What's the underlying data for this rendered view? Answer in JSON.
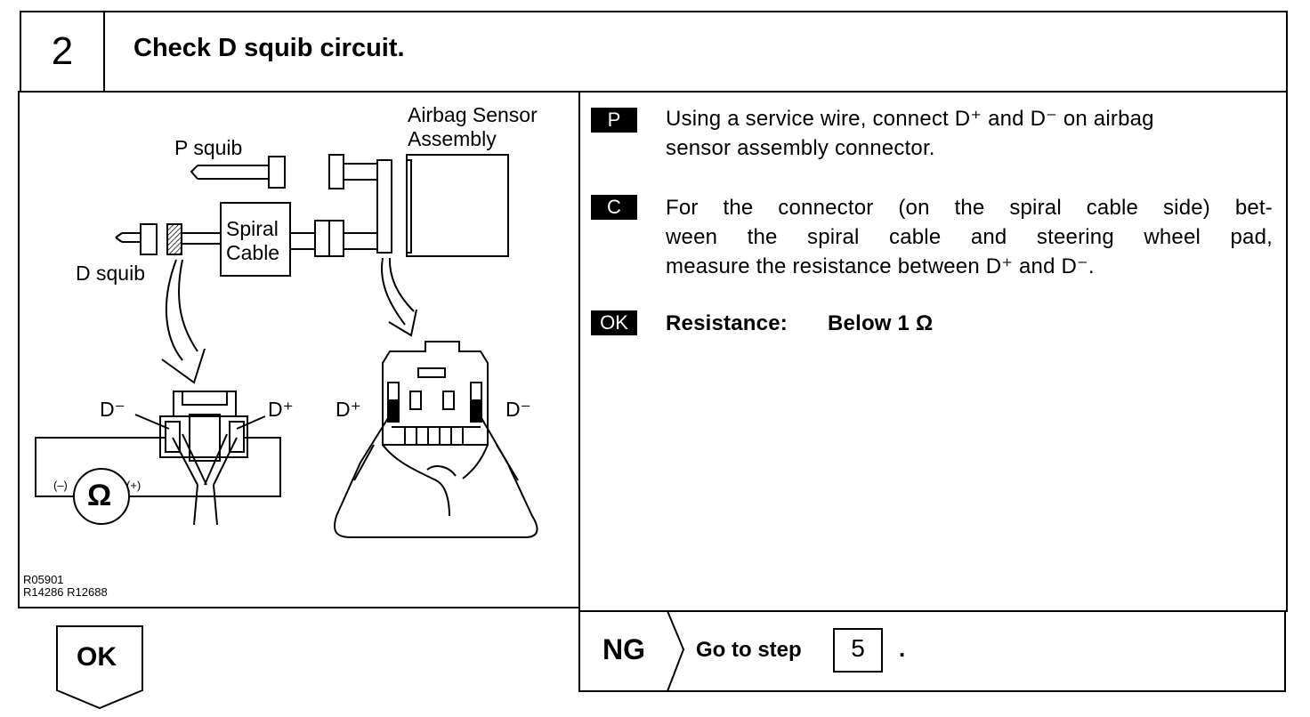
{
  "step": {
    "number": "2",
    "title": "Check D squib circuit."
  },
  "diagram": {
    "labels": {
      "airbag_sensor": "Airbag Sensor",
      "assembly": "Assembly",
      "p_squib": "P squib",
      "d_squib": "D squib",
      "spiral": "Spiral",
      "cable": "Cable",
      "d_minus_left": "D⁻",
      "d_plus_left": "D⁺",
      "d_plus_right": "D⁺",
      "d_minus_right": "D⁻",
      "meter_neg": "(–)",
      "meter_pos": "(+)",
      "ohm": "Ω"
    },
    "codes": [
      "R05901",
      "R14286 R12688"
    ]
  },
  "instructions": [
    {
      "tag": "P",
      "lines": [
        "Using a service wire, connect D⁺ and D⁻ on airbag",
        "sensor assembly connector."
      ]
    },
    {
      "tag": "C",
      "lines": [
        "For the connector (on the spiral cable side) bet-",
        "ween the spiral cable and steering wheel pad,",
        "measure the resistance between D⁺ and D⁻."
      ]
    }
  ],
  "ok_spec": {
    "tag": "OK",
    "label": "Resistance:",
    "value": "Below 1 Ω"
  },
  "results": {
    "ok_label": "OK",
    "ng_label": "NG",
    "ng_text": "Go to step",
    "ng_step": "5",
    "ng_period": "."
  }
}
